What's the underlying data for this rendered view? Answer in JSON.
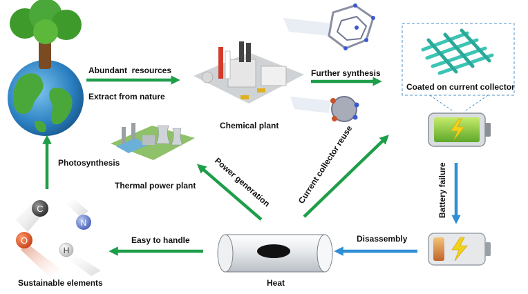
{
  "labels": {
    "abundant_resources": "Abundant  resources",
    "extract_from_nature": "Extract from nature",
    "chemical_plant": "Chemical plant",
    "further_synthesis": "Further synthesis",
    "coated_on_current_collector": "Coated on current collector",
    "photosynthesis": "Photosynthesis",
    "thermal_power_plant": "Thermal power plant",
    "power_generation": "Power generation",
    "current_collector_reuse": "Current collector reuse",
    "battery_failure": "Battery failure",
    "easy_to_handle": "Easy to handle",
    "disassembly": "Disassembly",
    "sustainable_elements": "Sustainable elements",
    "heat": "Heat"
  },
  "elements": {
    "carbon": "C",
    "nitrogen": "N",
    "oxygen": "O",
    "hydrogen": "H"
  },
  "colors": {
    "green_arrow": "#1f9e4a",
    "blue_arrow": "#2e8fd6",
    "dashed_box": "#4a90c8",
    "mesh": "#3cc4b4",
    "battery_green": "#8cc63f",
    "earth_blue": "#2a7fc0",
    "earth_green": "#4aa83a",
    "tree_green": "#3f9a2c"
  }
}
